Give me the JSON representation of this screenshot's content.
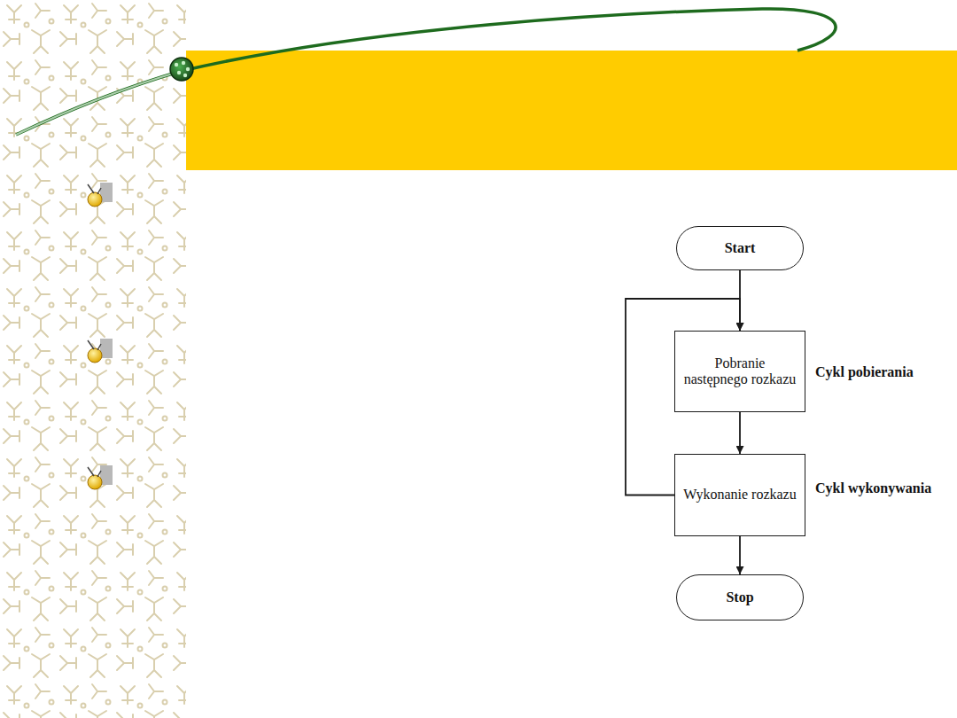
{
  "diagram": {
    "nodes": [
      {
        "text": [
          "Start"
        ]
      },
      {
        "text": [
          "Pobranie następnego rozkazu"
        ]
      },
      {
        "text": [
          "Wykonanie rozkazu"
        ]
      },
      {
        "text": [
          "Stop"
        ]
      }
    ],
    "edges": [
      {
        "from": 0,
        "to": 1,
        "arrow": "to"
      },
      {
        "from": 1,
        "to": 2,
        "arrow": "to"
      },
      {
        "from": 2,
        "to": 1,
        "arrow": "to"
      },
      {
        "from": 2,
        "to": 3,
        "arrow": "to"
      }
    ],
    "labels": [
      "Cykl pobierania",
      "Cykl wykonywania"
    ]
  }
}
